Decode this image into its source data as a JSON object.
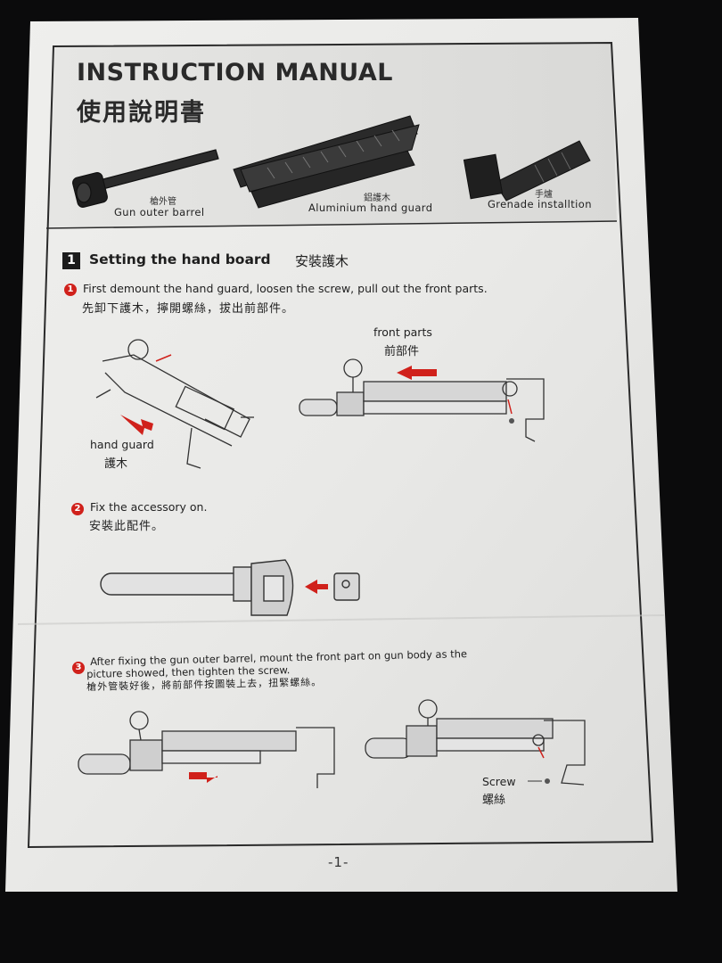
{
  "header": {
    "title": "INSTRUCTION MANUAL",
    "title_cn": "使用說明書"
  },
  "parts": [
    {
      "name_cn": "槍外管",
      "name_en": "Gun outer barrel"
    },
    {
      "name_cn": "鋁護木",
      "name_en": "Aluminium hand guard"
    },
    {
      "name_cn": "手爐",
      "name_en": "Grenade installtion"
    }
  ],
  "section": {
    "number": "1",
    "title": "Setting the hand board",
    "title_cn": "安裝護木"
  },
  "steps": [
    {
      "number": "1",
      "text": "First demount the hand guard, loosen the screw, pull out the front parts.",
      "text_cn": "先卸下護木，擰開螺絲，拔出前部件。",
      "labels": [
        {
          "en": "hand guard",
          "cn": "護木"
        },
        {
          "en": "front parts",
          "cn": "前部件"
        }
      ]
    },
    {
      "number": "2",
      "text": "Fix the accessory on.",
      "text_cn": "安裝此配件。"
    },
    {
      "number": "3",
      "text_line1": "After fixing the gun outer barrel, mount the front part on gun body as the",
      "text_line2": "picture showed, then tighten the screw.",
      "text_cn": "槍外管裝好後，將前部件按圖裝上去，扭緊螺絲。",
      "labels": [
        {
          "en": "Screw",
          "cn": "螺絲"
        }
      ]
    }
  ],
  "page_number": "-1-",
  "colors": {
    "accent_red": "#d0211b",
    "paper": "#ececea",
    "background": "#0b0b0c"
  }
}
